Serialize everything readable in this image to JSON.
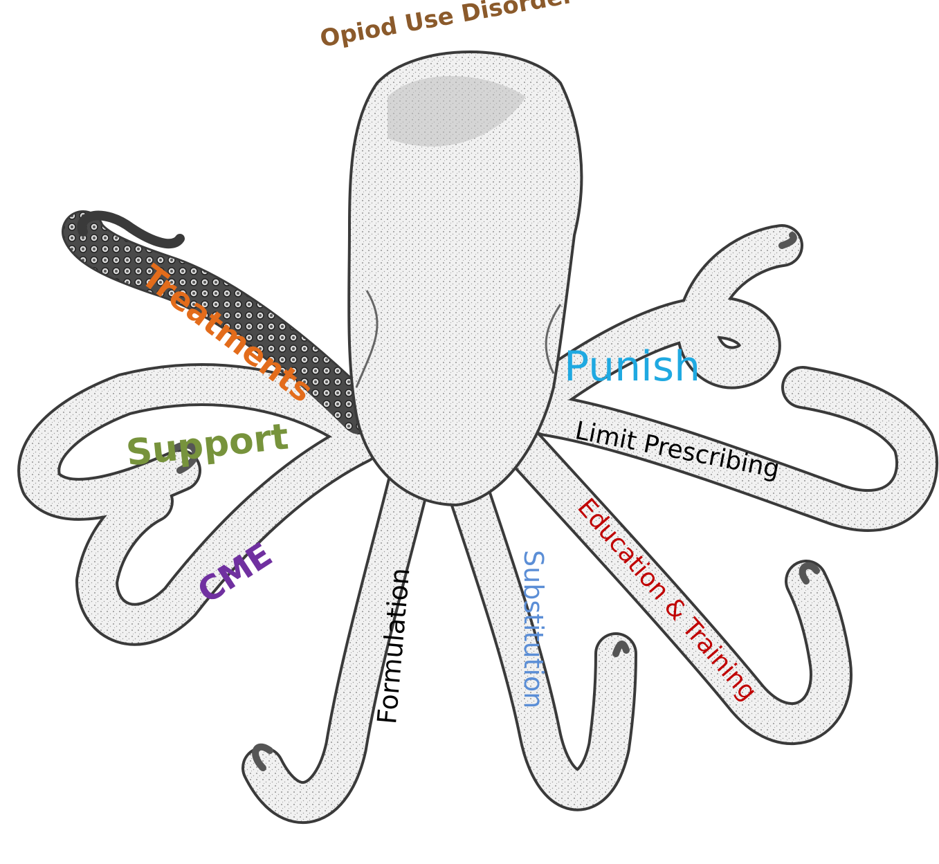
{
  "title": "Opiod Use Disorder",
  "arms": [
    {
      "label": "Treatments",
      "color": "#E36C1B"
    },
    {
      "label": "Support",
      "color": "#77933C"
    },
    {
      "label": "CME",
      "color": "#7030A0"
    },
    {
      "label": "Formulation",
      "color": "#000000"
    },
    {
      "label": "Substitution",
      "color": "#5B8ED6"
    },
    {
      "label": "Education & Training",
      "color": "#C00000"
    },
    {
      "label": "Limit Prescribing",
      "color": "#000000"
    },
    {
      "label": "Punish",
      "color": "#1FA9E1"
    }
  ],
  "title_color": "#8B5A2B",
  "illustration": "octopus-drawing"
}
